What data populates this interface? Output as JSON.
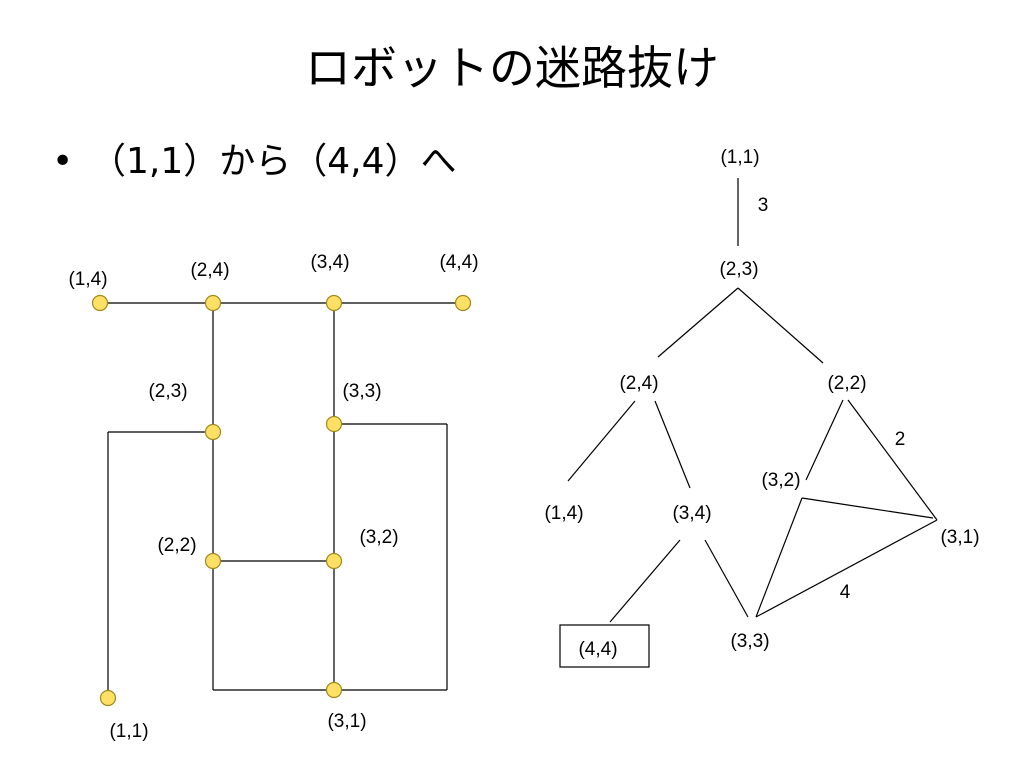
{
  "slide": {
    "title": "ロボットの迷路抜け",
    "bullet_marker": "•",
    "bullet_text": "（1,1）から（4,4）へ"
  },
  "maze": {
    "node_color": "#ffe066",
    "nodes": [
      {
        "id": "m11",
        "label": "(1,1)"
      },
      {
        "id": "m14",
        "label": "(1,4)"
      },
      {
        "id": "m24",
        "label": "(2,4)"
      },
      {
        "id": "m34",
        "label": "(3,4)"
      },
      {
        "id": "m44",
        "label": "(4,4)"
      },
      {
        "id": "m23",
        "label": "(2,3)"
      },
      {
        "id": "m33",
        "label": "(3,3)"
      },
      {
        "id": "m22",
        "label": "(2,2)"
      },
      {
        "id": "m32",
        "label": "(3,2)"
      },
      {
        "id": "m31",
        "label": "(3,1)"
      }
    ]
  },
  "tree": {
    "nodes": [
      {
        "id": "t11",
        "label": "(1,1)"
      },
      {
        "id": "t23",
        "label": "(2,3)"
      },
      {
        "id": "t24",
        "label": "(2,4)"
      },
      {
        "id": "t22",
        "label": "(2,2)"
      },
      {
        "id": "t14",
        "label": "(1,4)"
      },
      {
        "id": "t34",
        "label": "(3,4)"
      },
      {
        "id": "t32",
        "label": "(3,2)"
      },
      {
        "id": "t31",
        "label": "(3,1)"
      },
      {
        "id": "t44",
        "label": "(4,4)"
      },
      {
        "id": "t33",
        "label": "(3,3)"
      }
    ],
    "edge_labels": [
      {
        "id": "w3",
        "label": "3"
      },
      {
        "id": "w2",
        "label": "2"
      },
      {
        "id": "w4",
        "label": "4"
      }
    ]
  }
}
